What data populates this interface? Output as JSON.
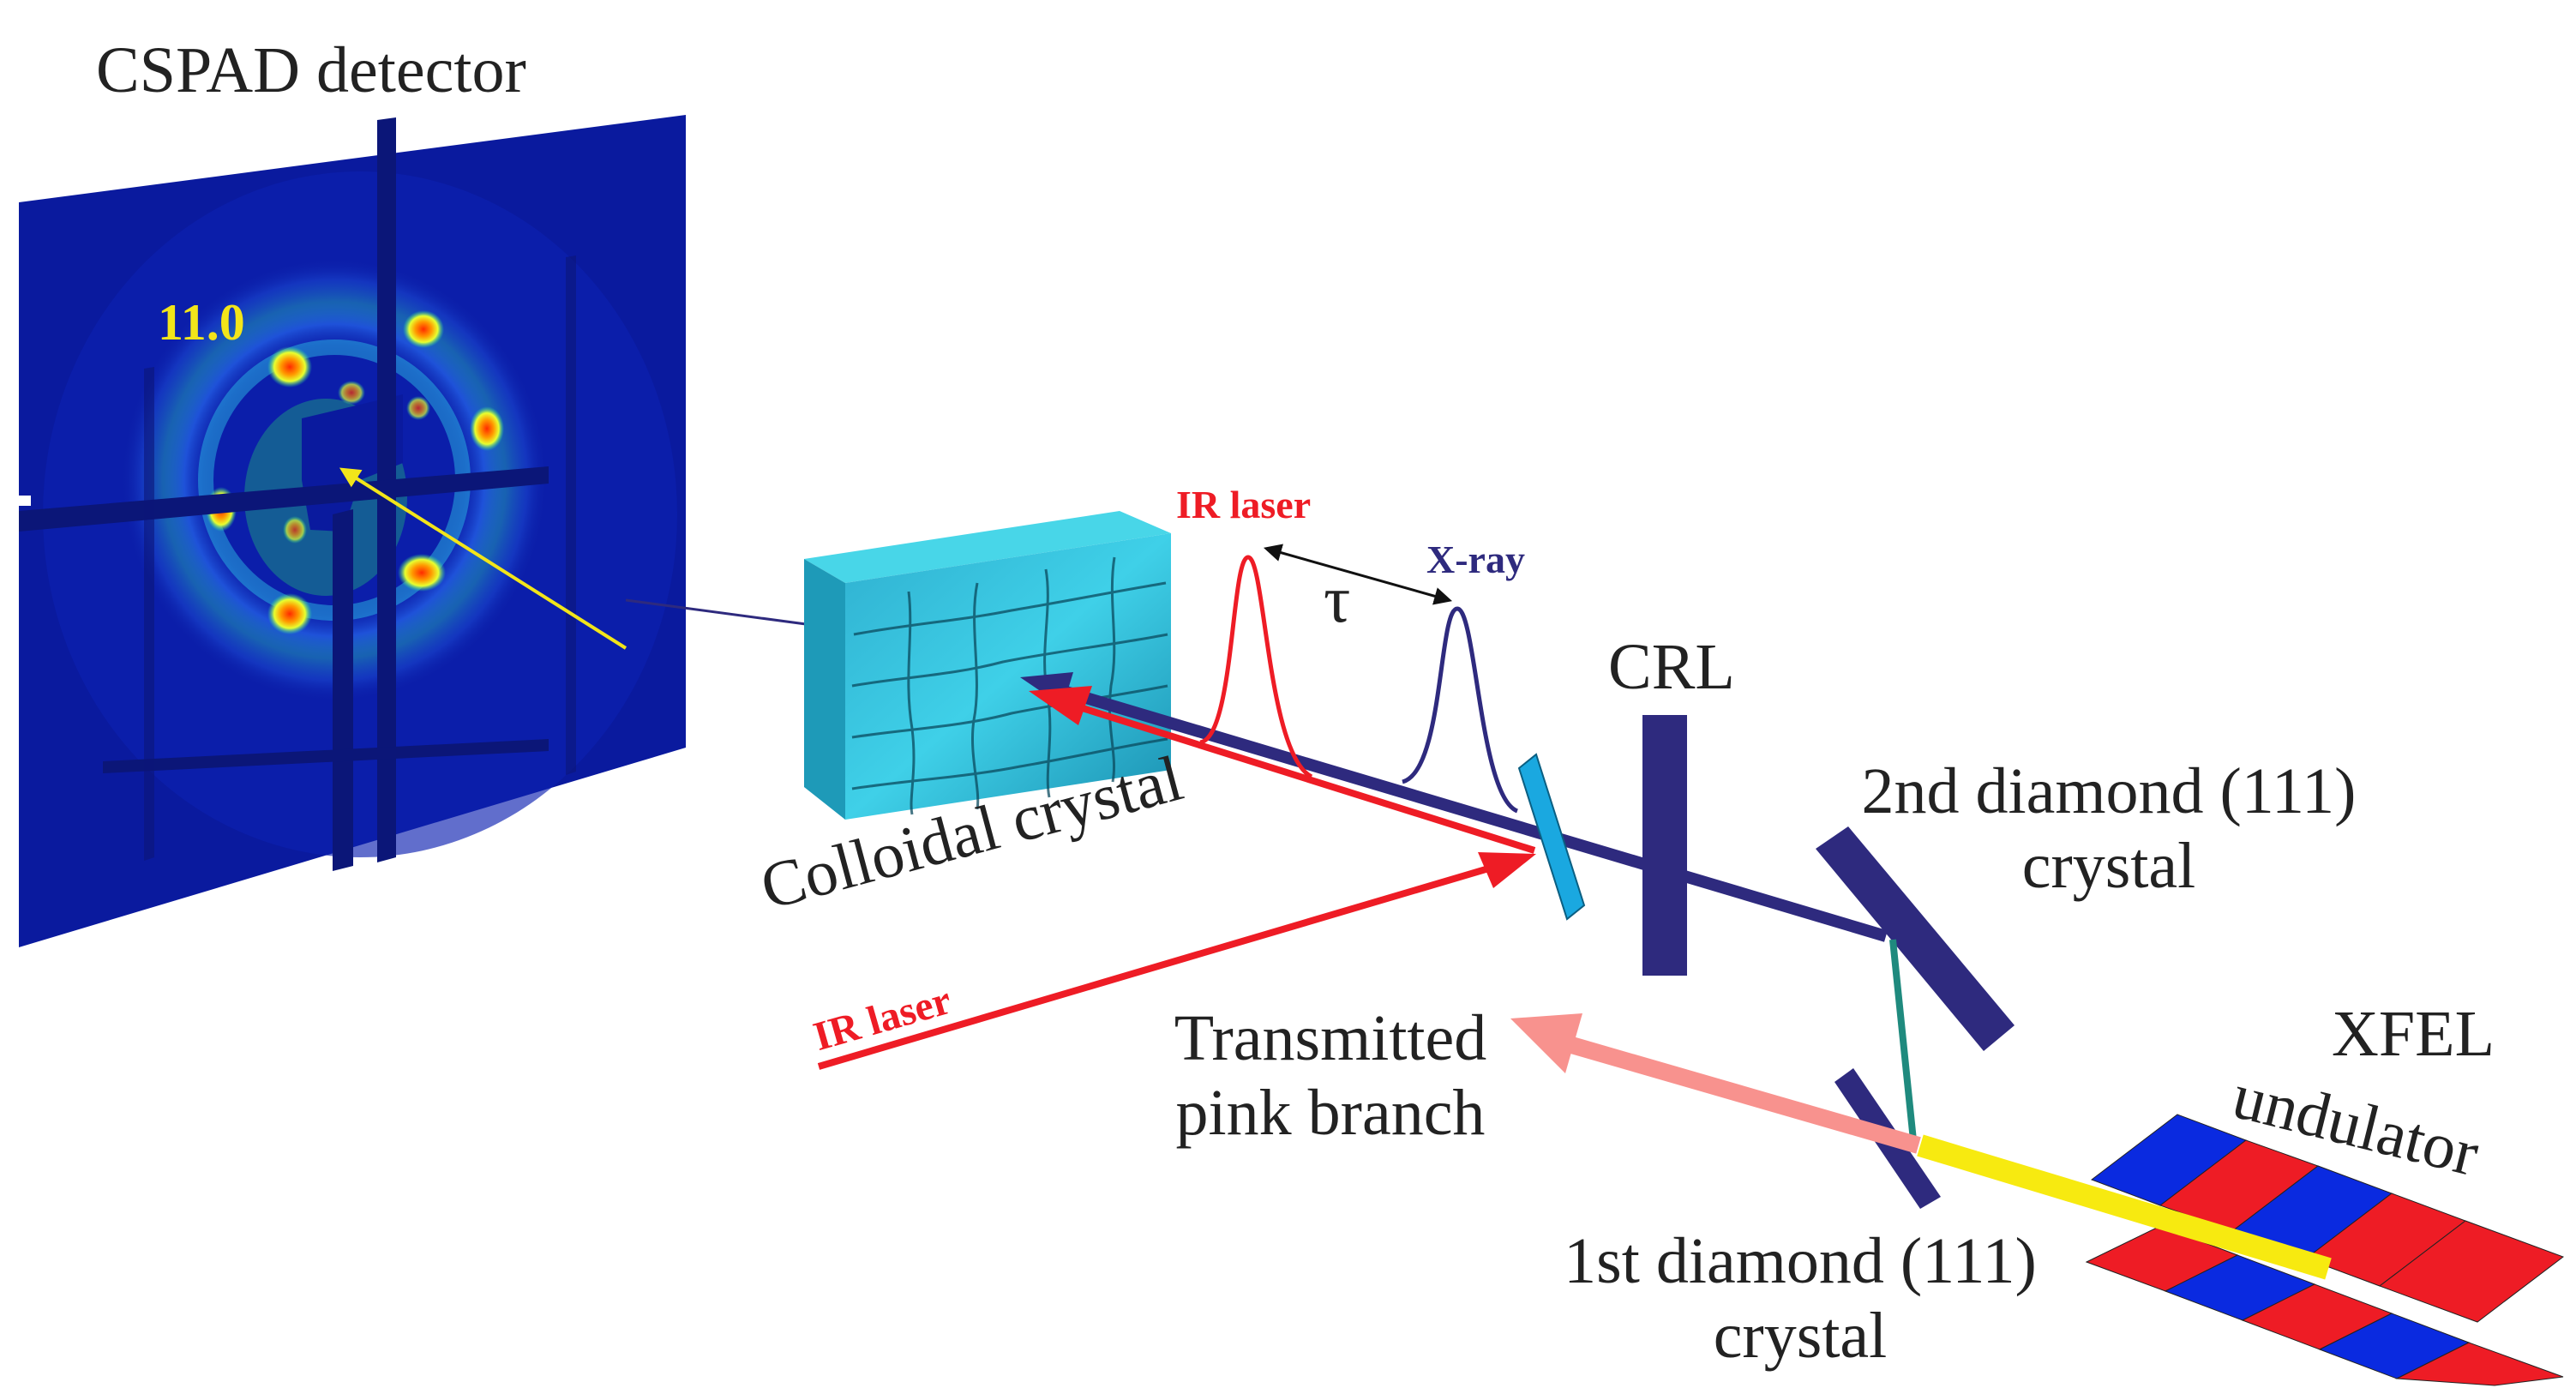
{
  "labels": {
    "detector_title": "CSPAD detector",
    "reflection_index": "11.0",
    "colloidal_crystal": "Colloidal crystal",
    "ir_laser_pulse": "IR laser",
    "xray_pulse": "X-ray",
    "delay_symbol": "τ",
    "crl": "CRL",
    "second_crystal_line1": "2nd diamond (111)",
    "second_crystal_line2": "crystal",
    "ir_laser_beam": "IR laser",
    "transmitted_line1": "Transmitted",
    "transmitted_line2": "pink branch",
    "xfel_line1": "XFEL",
    "xfel_line2": "undulator",
    "first_crystal_line1": "1st diamond (111)",
    "first_crystal_line2": "crystal"
  },
  "colors": {
    "ir_laser": "#ee1c25",
    "xray_beam": "#2e2a7e",
    "detector_blue": "#0a1a9e",
    "pink_branch": "#f8928e",
    "xfel_beam": "#f7ea10",
    "crystal_cyan": "#35c5dd",
    "undulator_red": "#ee1c25",
    "undulator_blue": "#0a2ae0",
    "mirror_green": "#1f8a7e",
    "reflection_label": "#f2e51a"
  }
}
